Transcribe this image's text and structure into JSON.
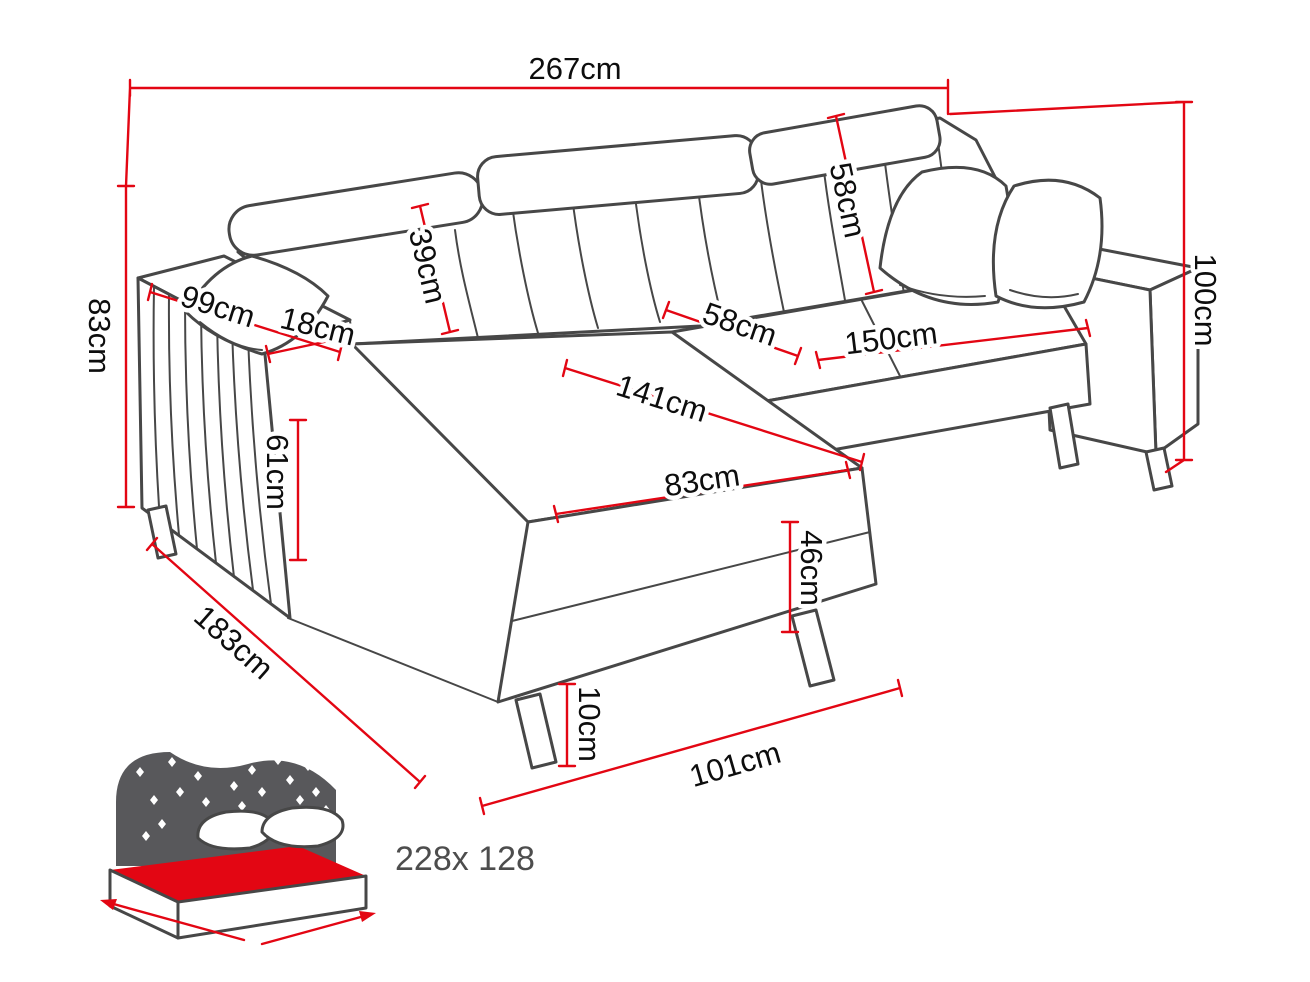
{
  "diagram": {
    "dimensions": {
      "overall_width": "267cm",
      "backrest_height": "58cm",
      "headrest_height": "39cm",
      "armrest_depth": "99cm",
      "armrest_width": "18cm",
      "side_height": "83cm",
      "total_height": "100cm",
      "seat_depth": "58cm",
      "seat_width": "150cm",
      "chaise_length_diagonal": "141cm",
      "armrest_front_height": "61cm",
      "chaise_width": "83cm",
      "base_height": "46cm",
      "total_depth": "183cm",
      "leg_height": "10cm",
      "chaise_front_width": "101cm"
    },
    "sleeping_area_label": "228x 128",
    "colors": {
      "dimension_red": "#e30613",
      "line_art_gray": "#474747",
      "label_black": "#0d0d0d",
      "bed_headboard_gray": "#58585b"
    }
  }
}
